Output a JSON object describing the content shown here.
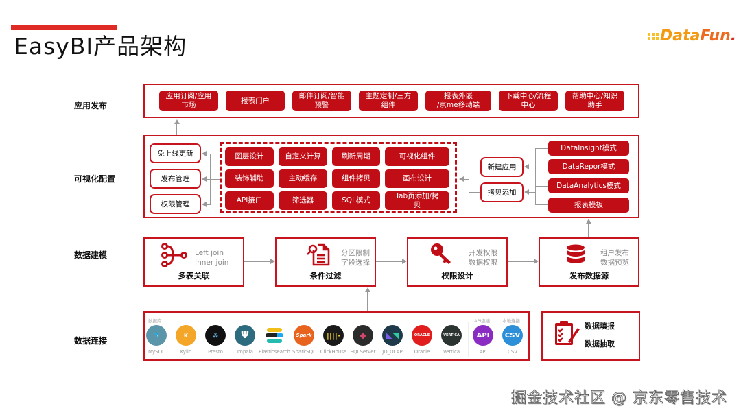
{
  "header": {
    "title": "EasyBI产品架构",
    "logo": {
      "prefix": "Data",
      "suffix": "Fun",
      "dot": "."
    },
    "accent_color": "#e02a26"
  },
  "rows": [
    {
      "label": "应用发布"
    },
    {
      "label": "可视化配置"
    },
    {
      "label": "数据建模"
    },
    {
      "label": "数据连接"
    }
  ],
  "app_publish": {
    "buttons": [
      "应用订阅/应用\n市场",
      "报表门户",
      "邮件订阅/智能\n预警",
      "主题定制/三方\n组件",
      "报表外嵌\n/京me移动端",
      "下载中心/流程\n中心",
      "帮助中心/知识\n助手"
    ]
  },
  "visual_config": {
    "left_boxes": [
      "免上线更新",
      "发布管理",
      "权限管理"
    ],
    "grid": [
      [
        "图层设计",
        "自定义计算",
        "刷新周期",
        "可视化组件"
      ],
      [
        "装饰辅助",
        "主动缓存",
        "组件拷贝",
        "画布设计"
      ],
      [
        "API接口",
        "筛选器",
        "SQL模式",
        "Tab页添加/拷\n贝"
      ]
    ],
    "middle_boxes": [
      "新建应用",
      "拷贝添加"
    ],
    "modes": [
      "DataInsight模式",
      "DataRepor模式",
      "DataAnalytics模式",
      "报表模板"
    ]
  },
  "data_modeling": {
    "steps": [
      {
        "title": "多表关联",
        "sub": "Left join\nInner join",
        "icon": "join-icon"
      },
      {
        "title": "条件过滤",
        "sub": "分区限制\n字段选择",
        "icon": "document-search-icon"
      },
      {
        "title": "权限设计",
        "sub": "开发权限\n数据权限",
        "icon": "key-icon"
      },
      {
        "title": "发布数据源",
        "sub": "租户发布\n数据预览",
        "icon": "database-icon"
      }
    ]
  },
  "data_connect": {
    "group_caption": "数据库",
    "api_caption": "API连接",
    "local_caption": "本地连接",
    "sources": [
      {
        "name": "MySQL",
        "color": "#5b95a9",
        "glyph": "🐬"
      },
      {
        "name": "Kylin",
        "color": "#f3a628",
        "glyph": "K"
      },
      {
        "name": "Presto",
        "color": "#111111",
        "glyph": "⁂"
      },
      {
        "name": "Impala",
        "color": "#2d6b7f",
        "glyph": "Ψ"
      },
      {
        "name": "Elasticsearch",
        "color": "#ffffff",
        "glyph": ""
      },
      {
        "name": "SparkSQL",
        "color": "#e8641e",
        "glyph": "Spark"
      },
      {
        "name": "ClickHouse",
        "color": "#1a1a1a",
        "glyph": "|||"
      },
      {
        "name": "SQLServer",
        "color": "#2b2b2b",
        "glyph": "◆"
      },
      {
        "name": "JD_OLAP",
        "color": "#1e3a4a",
        "glyph": "◣"
      },
      {
        "name": "Oracle",
        "color": "#e11d1d",
        "glyph": "ORACLE"
      },
      {
        "name": "Vertica",
        "color": "#2c3432",
        "glyph": "VERTICA"
      },
      {
        "name": "API",
        "color": "#8a2bc2",
        "glyph": "API"
      },
      {
        "name": "CSV",
        "color": "#2d8fd8",
        "glyph": "CSV"
      }
    ],
    "side_panel": [
      "数据填报",
      "数据抽取"
    ]
  },
  "watermark": "掘金技术社区 @ 京东零售技术"
}
